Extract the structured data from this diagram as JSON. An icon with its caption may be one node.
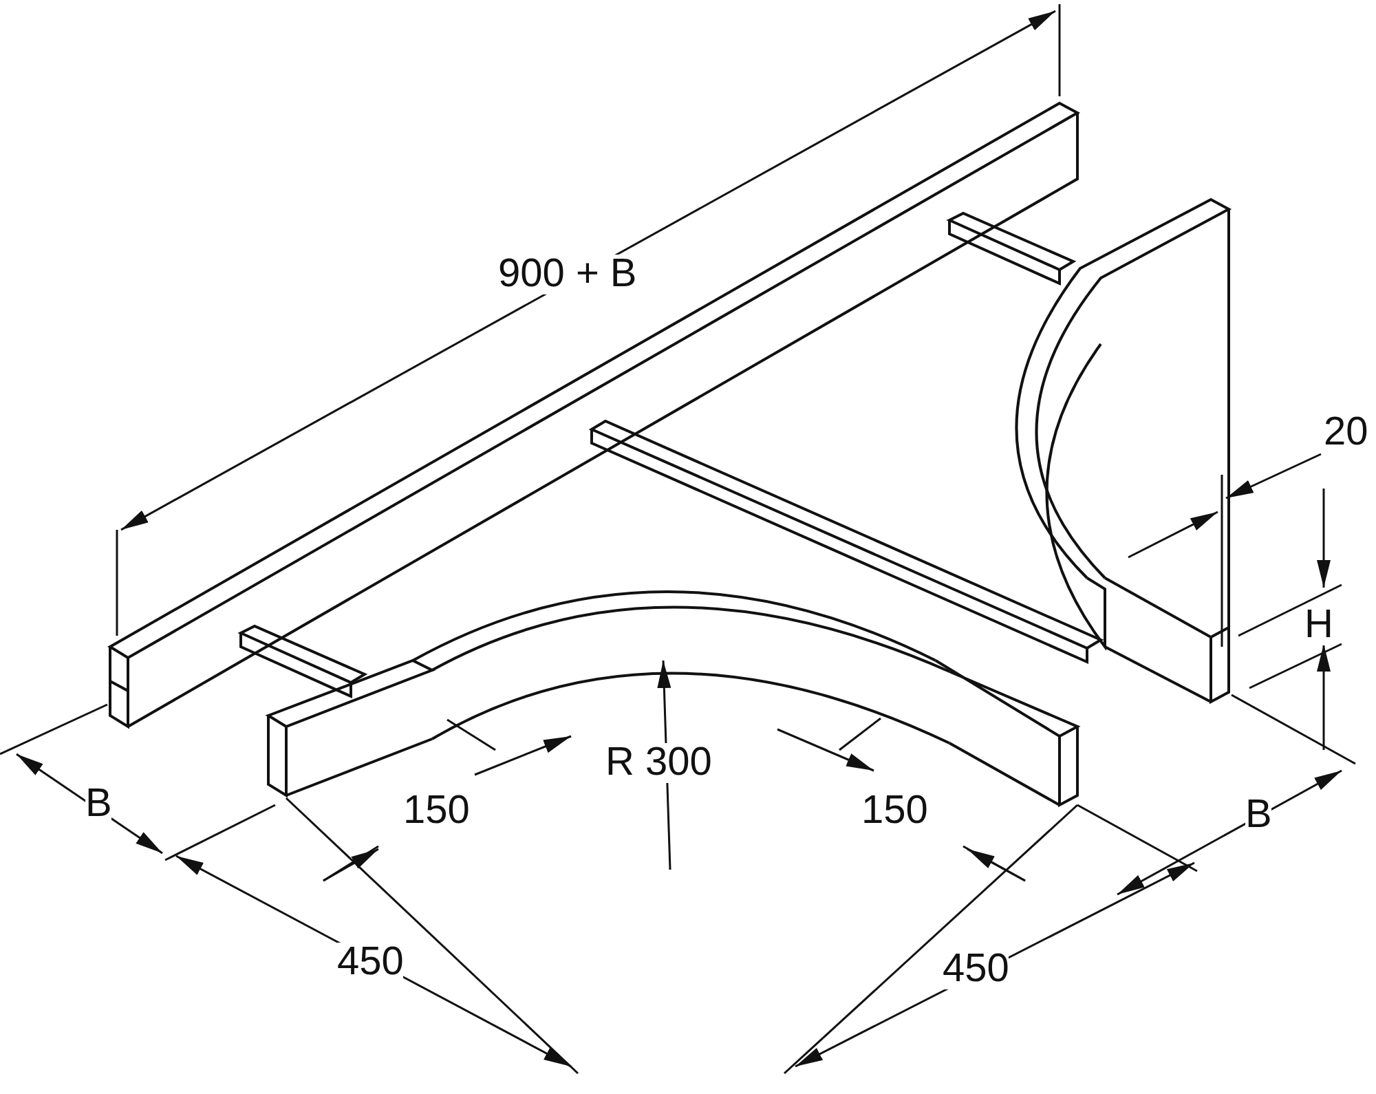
{
  "diagram": {
    "labels": [
      "900 + B",
      "20",
      "H",
      "R 300",
      "B",
      "150",
      "150",
      "B",
      "450",
      "450"
    ]
  }
}
